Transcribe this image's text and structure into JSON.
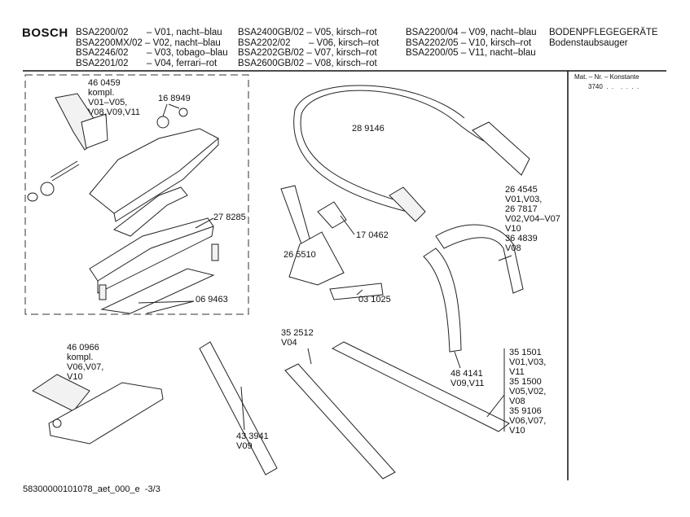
{
  "brand": "BOSCH",
  "models_col1": [
    "BSA2200/02       – V01, nacht–blau",
    "BSA2200MX/02 – V02, nacht–blau",
    "BSA2246/02       – V03, tobago–blau",
    "BSA2201/02       – V04, ferrari–rot"
  ],
  "models_col2": [
    "BSA2400GB/02 – V05, kirsch–rot",
    "BSA2202/02       – V06, kirsch–rot",
    "BSA2202GB/02 – V07, kirsch–rot",
    "BSA2600GB/02 – V08, kirsch–rot"
  ],
  "models_col3": [
    "BSA2200/04 – V09, nacht–blau",
    "BSA2202/05 – V10, kirsch–rot",
    "BSA2200/05 – V11, nacht–blau"
  ],
  "category": [
    "BODENPFLEGEGERÄTE",
    "Bodenstaubsauger"
  ],
  "side_panel": {
    "label": "Mat. – Nr. – Konstante",
    "value": "3740  .  .    .  .  .  ."
  },
  "parts": {
    "p460459": "46 0459\nkompl.\nV01–V05,\nV08,V09,V11",
    "p168949": "16 8949",
    "p278285": "27 8285",
    "p069463": "06 9463",
    "p460966": "46 0966\nkompl.\nV06,V07,\nV10",
    "p433941": "43 3941\nV09",
    "p352512": "35 2512\nV04",
    "p289146": "28 9146",
    "p170462": "17 0462",
    "p265510": "26 5510",
    "p031025": "03 1025",
    "p264545": "26 4545\nV01,V03,\n26 7817\nV02,V04–V07\nV10\n36 4839\nV08",
    "p484141": "48 4141\nV09,V11",
    "p351501": "35 1501\nV01,V03,\nV11\n35 1500\nV05,V02,\nV08\n35 9106\nV06,V07,\nV10"
  },
  "footer": "58300000101078_aet_000_e  -3/3"
}
